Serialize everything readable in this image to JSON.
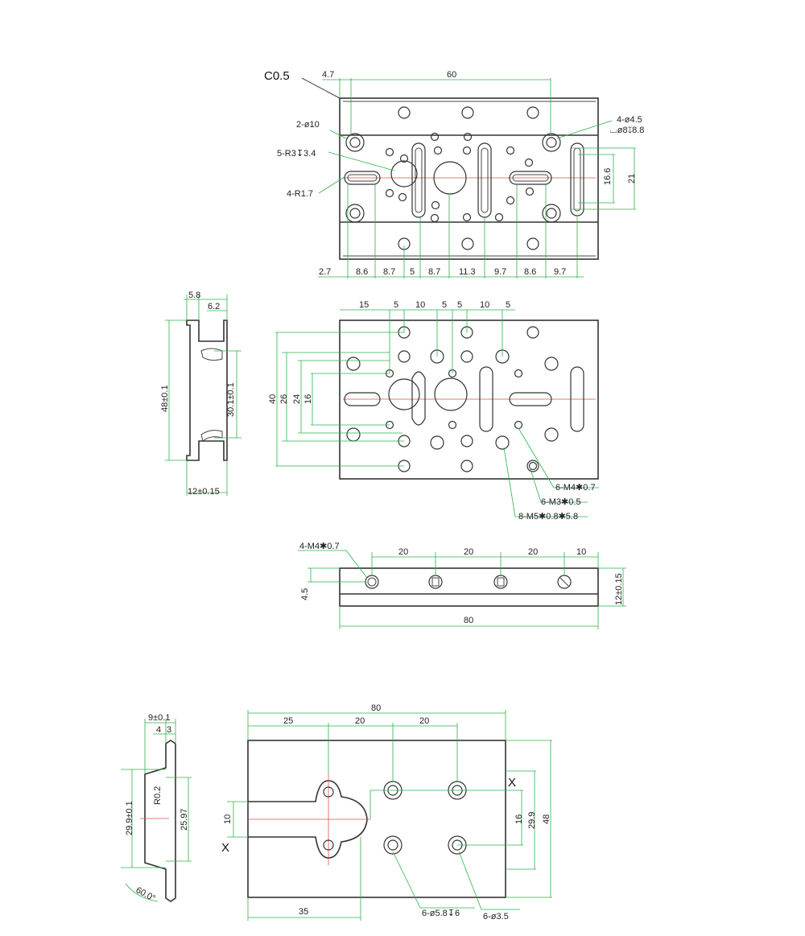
{
  "top_view": {
    "chamfer": "C0.5",
    "top_dims": [
      "4.7",
      "60"
    ],
    "callouts": [
      "2-ø10",
      "5-R3↧3.4",
      "4-R1.7",
      "4-ø4.5",
      "⌴ø8↧8.8"
    ],
    "right_dims": [
      "16.6",
      "21"
    ],
    "bottom_dims": [
      "2.7",
      "8.6",
      "8.7",
      "5",
      "8.7",
      "11.3",
      "9.7",
      "8.6",
      "9.7"
    ]
  },
  "side_view": {
    "top_dims": [
      "5.8",
      "6.2"
    ],
    "height": "48±0.1",
    "inner": "30.1±0.1",
    "width": "12±0.15"
  },
  "plate_view": {
    "top_dims": [
      "15",
      "5",
      "10",
      "5",
      "5",
      "10",
      "5"
    ],
    "left_dims": [
      "40",
      "26",
      "24",
      "16"
    ],
    "callouts": [
      "6-M4✱0.7",
      "6-M3✱0.5",
      "8-M5✱0.8✱5.8"
    ]
  },
  "bar_view": {
    "callout": "4-M4✱0.7",
    "top_dims": [
      "20",
      "20",
      "20",
      "10"
    ],
    "left_dim": "4.5",
    "right_dim": "12±0.15",
    "length": "80"
  },
  "bottom_view": {
    "side_dims": [
      "9±0.1",
      "4",
      "3"
    ],
    "side_labels": [
      "29.9±0.1",
      "R0.2",
      "25.97",
      "60.0°"
    ],
    "width": "80",
    "top_dims": [
      "25",
      "20",
      "20"
    ],
    "left_dim": "10",
    "right_dims": [
      "16",
      "29.9",
      "48"
    ],
    "section_marks": [
      "X",
      "X"
    ],
    "bottom_dim": "35",
    "callouts": [
      "6-ø5.8↧6",
      "6-ø3.5"
    ]
  }
}
